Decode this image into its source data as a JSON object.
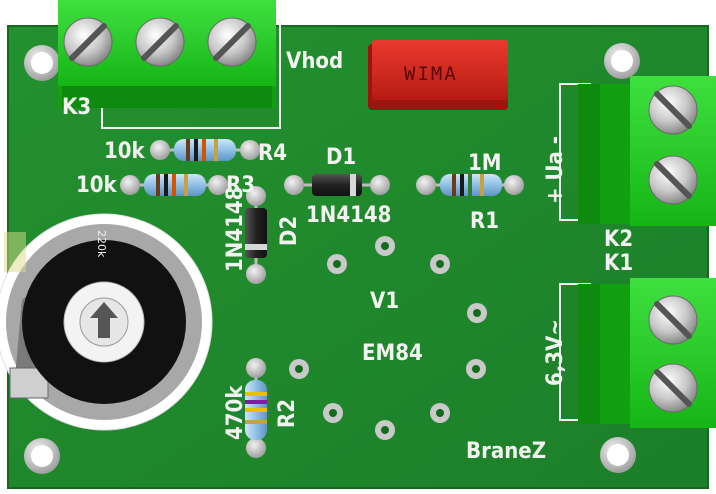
{
  "colors": {
    "board": "#1f8a2c",
    "board_edge": "#156a1f",
    "silk": "#f2f2f0",
    "terminal_green": "#17c217",
    "terminal_dark": "#0e8a0e",
    "screw": "#bdbdbd",
    "pad": "#c9c9c9",
    "wima_red": "#d8281e",
    "resistor_body": "#8fc0e6",
    "diode_body": "#2a2a2a"
  },
  "labels": {
    "vhod": "Vhod",
    "k3": "K3",
    "r4_value": "10k",
    "r4": "R4",
    "r3_value": "10k",
    "r3": "R3",
    "d1": "D1",
    "d1_part": "1N4148",
    "d2_part": "1N4148",
    "d2": "D2",
    "r1_value": "1M",
    "r1": "R1",
    "ua": "+ Ua -",
    "k2": "K2",
    "k1": "K1",
    "heater": "6,3V~",
    "v1": "V1",
    "tube": "EM84",
    "r2_value": "470k",
    "r2": "R2",
    "author": "BraneZ",
    "wima": "WIMA",
    "trimmer_value": "220k"
  }
}
